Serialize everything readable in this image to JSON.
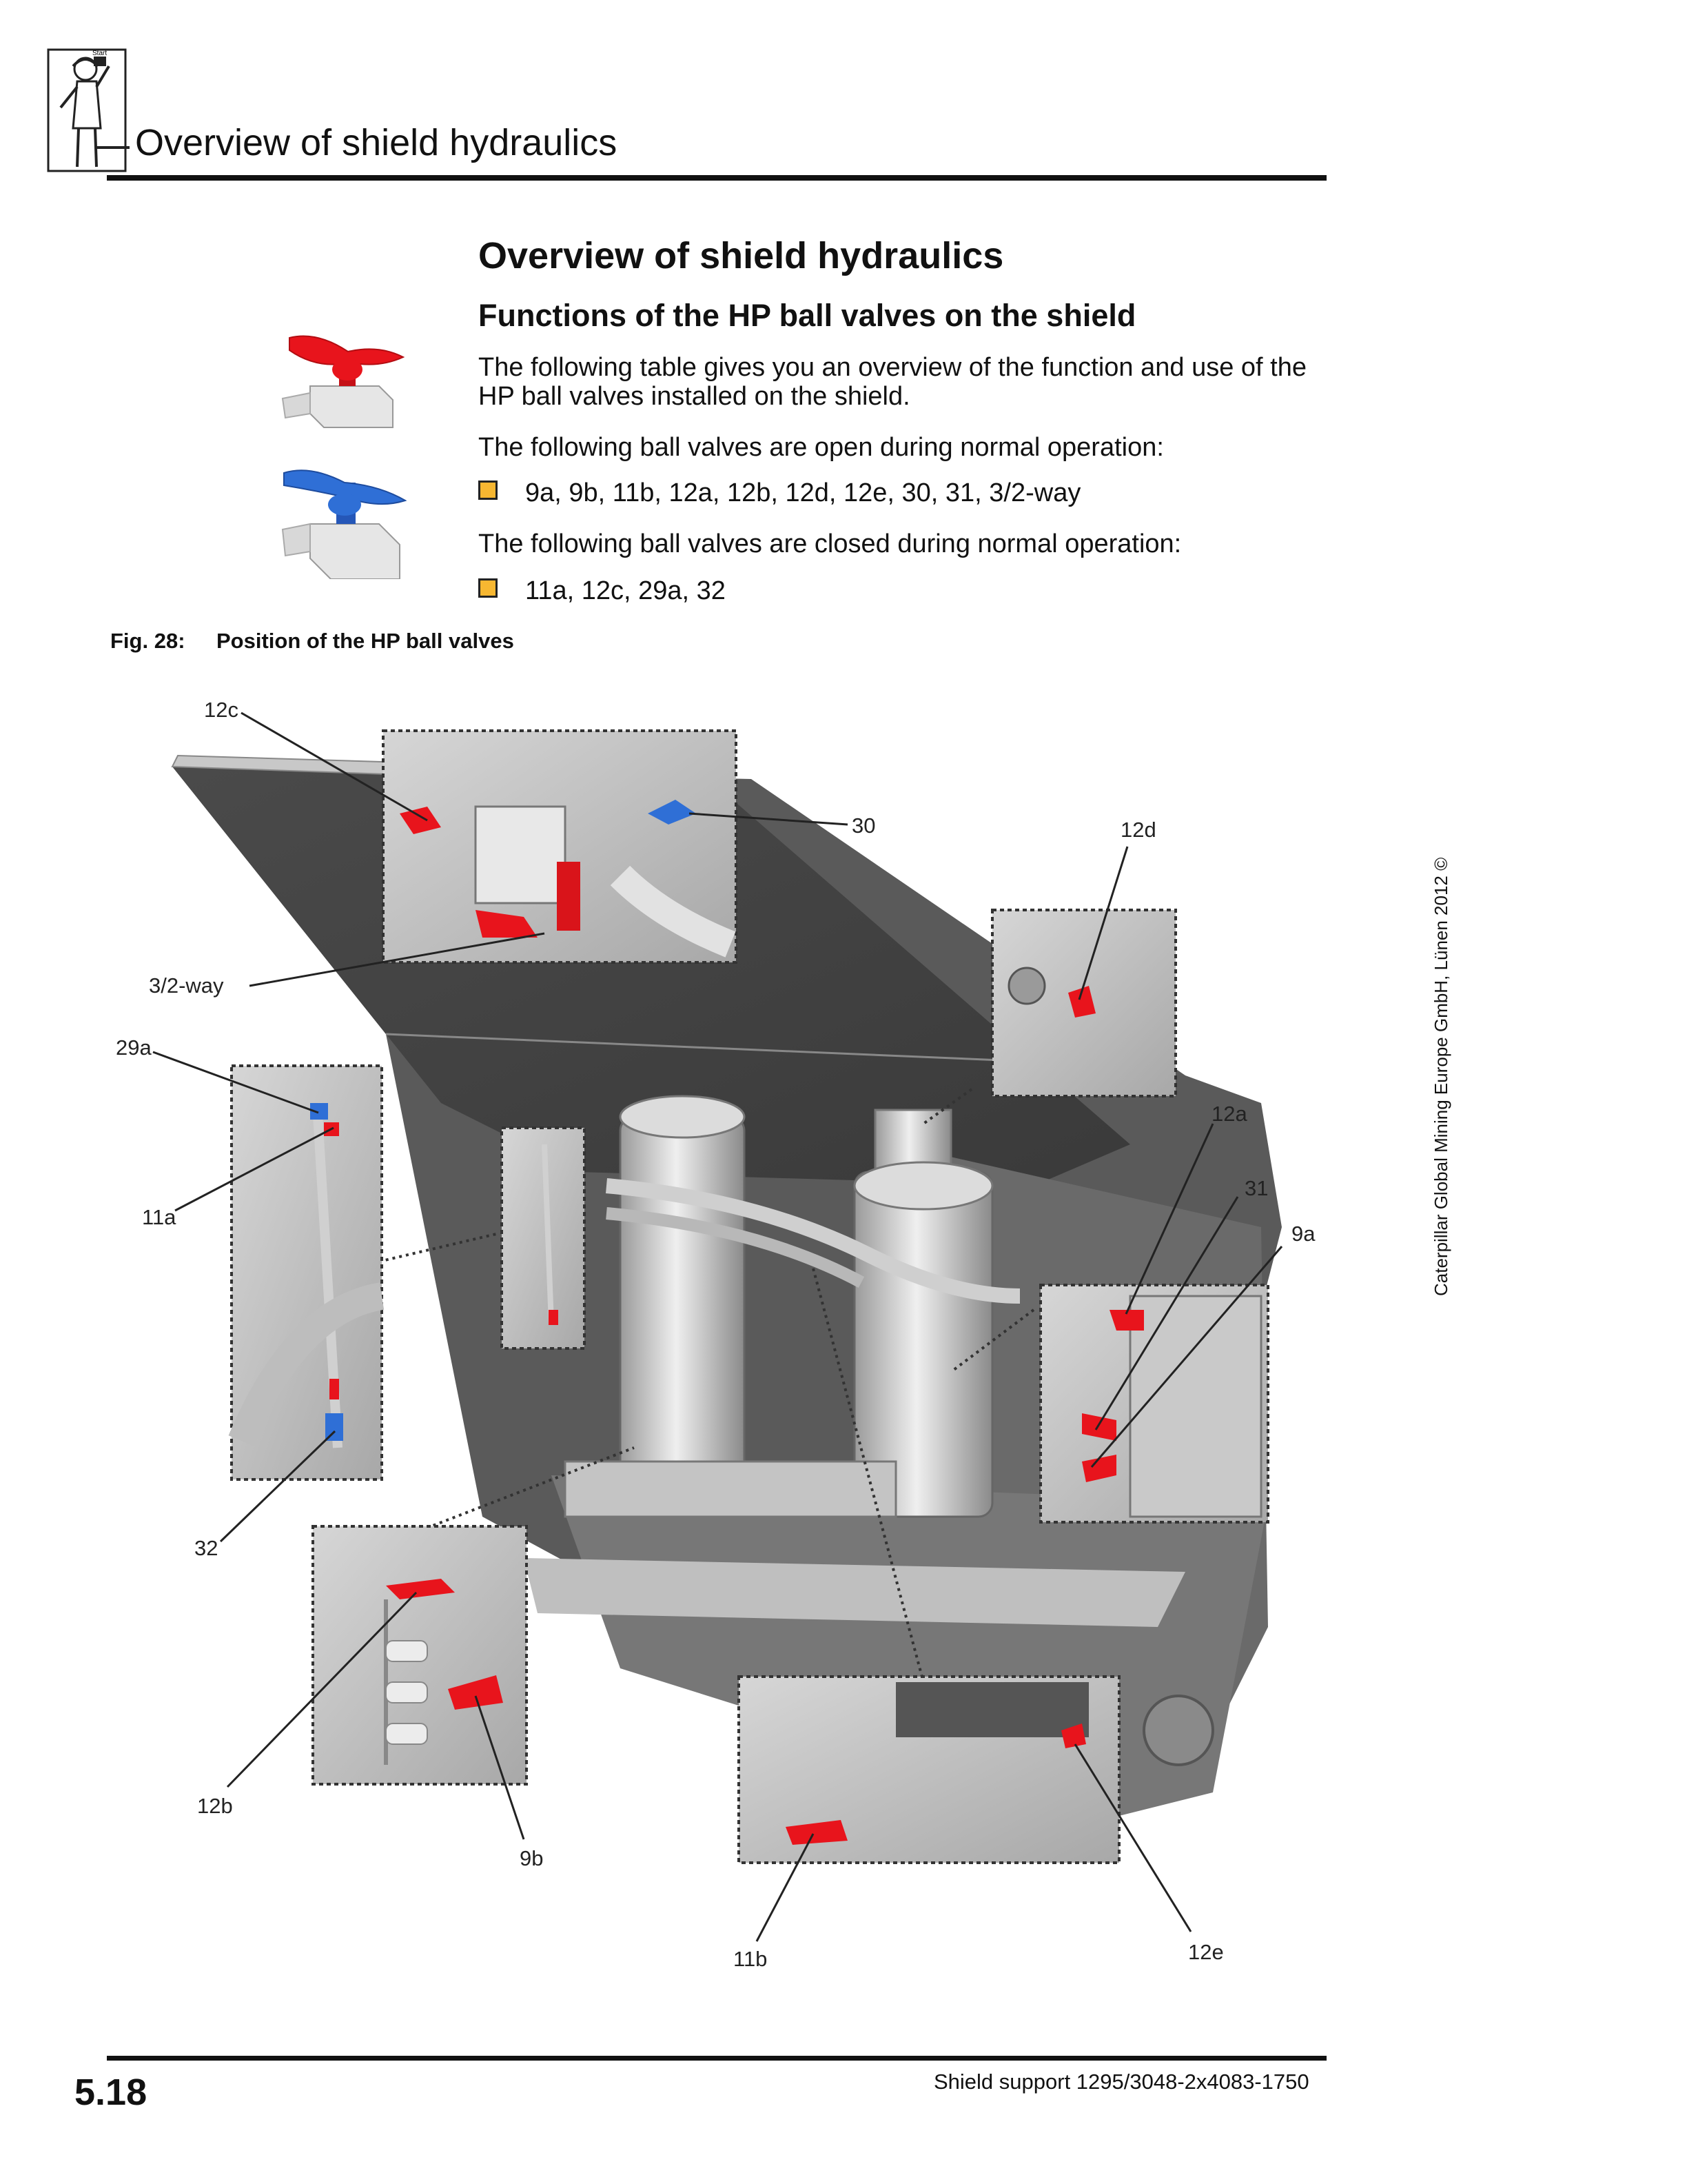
{
  "header": {
    "icon_name": "start-person-icon",
    "icon_label": "Start",
    "title": "Overview of shield hydraulics"
  },
  "section": {
    "title": "Overview of shield hydraulics",
    "subtitle": "Functions of the HP ball valves on the shield",
    "intro": "The following table gives you an overview of the function and use of the HP ball valves installed on the shield.",
    "open_label": "The following ball valves are open during normal operation:",
    "open_valves": "9a, 9b, 11b, 12a, 12b, 12d, 12e, 30, 31, 3/2-way",
    "closed_label": "The following ball valves are closed during normal operation:",
    "closed_valves": "11a, 12c, 29a, 32",
    "bullet_color": "#f7b731"
  },
  "valve_icons": {
    "open_color": "#e8141c",
    "closed_color": "#2f6fd6"
  },
  "figure": {
    "number": "Fig. 28:",
    "caption": "Position of the HP ball valves",
    "callouts": {
      "c12c": "12c",
      "c30": "30",
      "c12d": "12d",
      "c32way": "3/2-way",
      "c29a": "29a",
      "c11a": "11a",
      "c12a": "12a",
      "c31": "31",
      "c9a": "9a",
      "c32": "32",
      "c12b": "12b",
      "c9b": "9b",
      "c11b": "11b",
      "c12e": "12e"
    }
  },
  "side": {
    "copyright": "Caterpillar Global Mining Europe GmbH, Lünen 2012"
  },
  "footer": {
    "page_number": "5.18",
    "document": "Shield support 1295/3048-2x4083-1750"
  }
}
